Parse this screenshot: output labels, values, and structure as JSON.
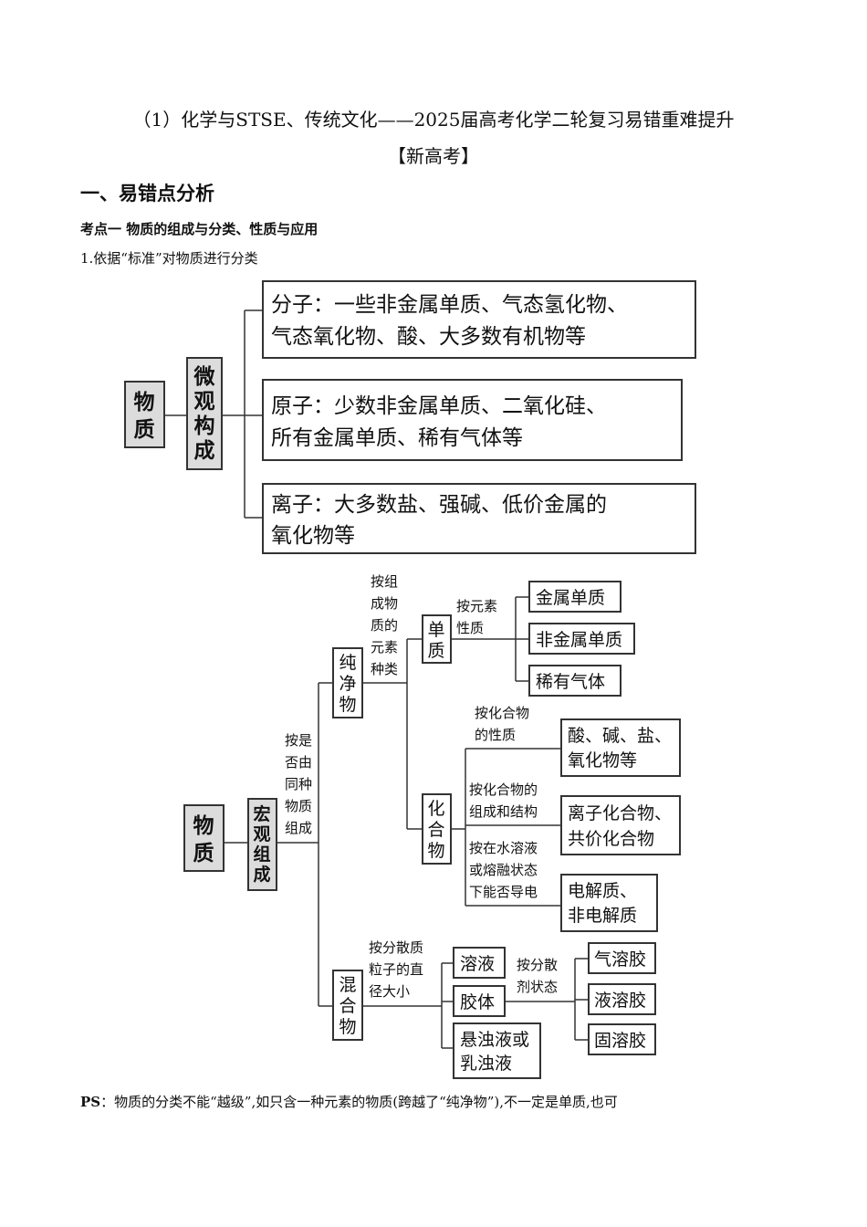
{
  "title": {
    "line1": "（1）化学与STSE、传统文化——2025届高考化学二轮复习易错重难提升",
    "line2": "【新高考】"
  },
  "section_heading": "一、易错点分析",
  "subsection_heading": "考点一  物质的组成与分类、性质与应用",
  "paragraph_1": "1.依据“标准”对物质进行分类",
  "diagram1": {
    "root": [
      "物",
      "质"
    ],
    "branch": [
      "微",
      "观",
      "构",
      "成"
    ],
    "items": [
      [
        "分子：一些非金属单质、气态氢化物、",
        "气态氧化物、酸、大多数有机物等"
      ],
      [
        "原子：少数非金属单质、二氧化硅、",
        "所有金属单质、稀有气体等"
      ],
      [
        "离子：大多数盐、强碱、低价金属的",
        "氧化物等"
      ]
    ]
  },
  "diagram2": {
    "root": [
      "物",
      "质"
    ],
    "branch": [
      "宏",
      "观",
      "组",
      "成"
    ],
    "criterion_main": [
      "按是",
      "否由",
      "同种",
      "物质",
      "组成"
    ],
    "pure": [
      "纯",
      "净",
      "物"
    ],
    "mixture": [
      "混",
      "合",
      "物"
    ],
    "criterion_pure": [
      "按组",
      "成物",
      "质的",
      "元素",
      "种类"
    ],
    "element": [
      "单",
      "质"
    ],
    "compound": [
      "化",
      "合",
      "物"
    ],
    "criterion_element": [
      "按元素",
      "性质"
    ],
    "element_types": [
      "金属单质",
      "非金属单质",
      "稀有气体"
    ],
    "compound_criteria": [
      [
        "按化合物",
        "的性质"
      ],
      [
        "按化合物的",
        "组成和结构"
      ],
      [
        "按在水溶液",
        "或熔融状态",
        "下能否导电"
      ]
    ],
    "compound_types": [
      [
        "酸、碱、盐、",
        "氧化物等"
      ],
      [
        "离子化合物、",
        "共价化合物"
      ],
      [
        "电解质、",
        "非电解质"
      ]
    ],
    "criterion_mixture": [
      "按分散质",
      "粒子的直",
      "径大小"
    ],
    "mixture_types": [
      "溶液",
      "胶体",
      [
        "悬浊液或",
        "乳浊液"
      ]
    ],
    "criterion_colloid": [
      "按分散",
      "剂状态"
    ],
    "colloid_types": [
      "气溶胶",
      "液溶胶",
      "固溶胶"
    ]
  },
  "ps": {
    "label": "PS",
    "text": "：物质的分类不能“越级”,如只含一种元素的物质(跨越了“纯净物”),不一定是单质,也可"
  }
}
